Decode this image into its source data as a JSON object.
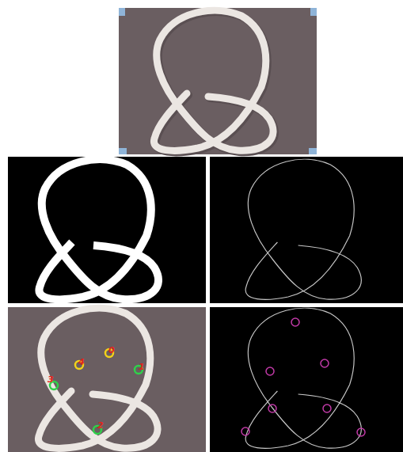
{
  "diagram": {
    "labels": [
      "3",
      "4",
      "0",
      "1",
      "2"
    ]
  }
}
